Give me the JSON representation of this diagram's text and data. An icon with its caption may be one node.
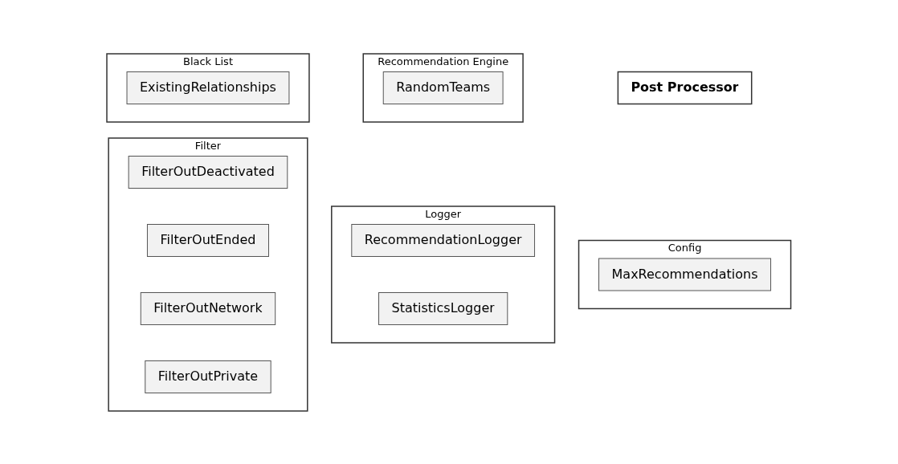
{
  "diagram": {
    "nodes": [
      {
        "text": [
          "Recommendation Engine"
        ]
      },
      {
        "text": [
          "RandomTeams"
        ],
        "in": 0
      },
      {
        "text": [
          "Post Processor"
        ]
      },
      {
        "text": [
          "Black List"
        ]
      },
      {
        "text": [
          "ExistingRelationships"
        ],
        "in": 3
      },
      {
        "text": [
          "Logger"
        ]
      },
      {
        "text": [
          "RecommendationLogger"
        ],
        "in": 5
      },
      {
        "text": [
          "StatisticsLogger"
        ],
        "in": 5
      },
      {
        "text": [
          "Filter"
        ]
      },
      {
        "text": [
          "FilterOutDeactivated"
        ],
        "in": 8
      },
      {
        "text": [
          "FilterOutEnded"
        ],
        "in": 8
      },
      {
        "text": [
          "FilterOutNetwork"
        ],
        "in": 8
      },
      {
        "text": [
          "FilterOutPrivate"
        ],
        "in": 8
      },
      {
        "text": [
          "Config"
        ]
      },
      {
        "text": [
          "MaxRecommendations"
        ],
        "in": 13
      }
    ]
  }
}
